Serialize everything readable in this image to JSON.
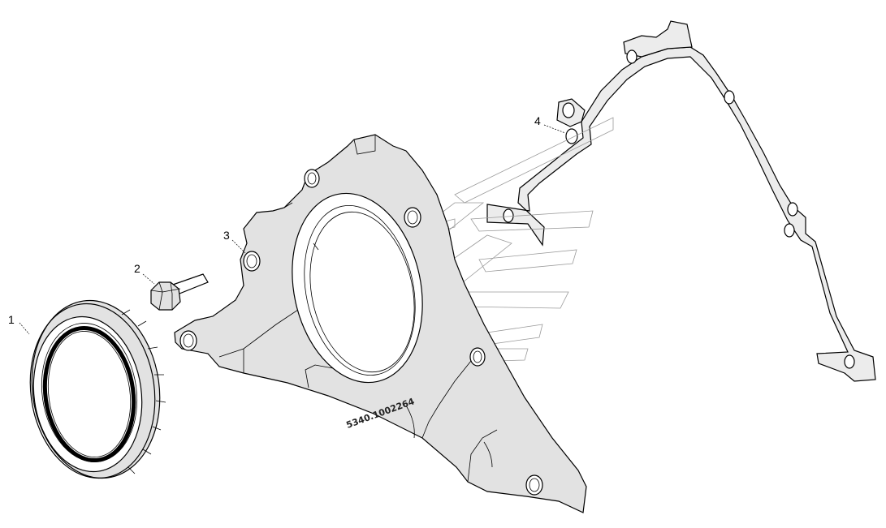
{
  "diagram": {
    "callouts": [
      {
        "id": 1,
        "label": "1"
      },
      {
        "id": 2,
        "label": "2"
      },
      {
        "id": 3,
        "label": "3"
      },
      {
        "id": 4,
        "label": "4"
      }
    ],
    "part_number": "5340.1002264",
    "parts": [
      {
        "callout": "1",
        "icon": "oil-seal-icon"
      },
      {
        "callout": "2",
        "icon": "bolt-icon"
      },
      {
        "callout": "3",
        "icon": "rear-cover-icon"
      },
      {
        "callout": "4",
        "icon": "gasket-icon"
      }
    ],
    "colors": {
      "line": "#000000",
      "fill": "#e2e2e2",
      "watermark": "#9a9a9a"
    }
  }
}
